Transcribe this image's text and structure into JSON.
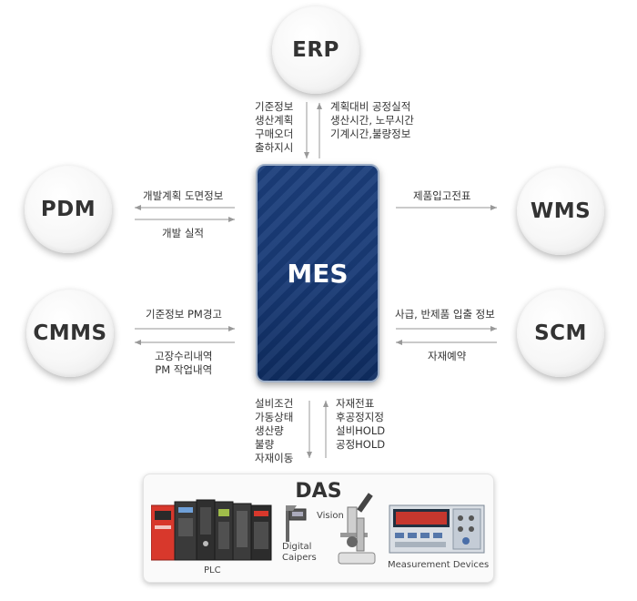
{
  "nodes": {
    "erp": "ERP",
    "pdm": "PDM",
    "wms": "WMS",
    "cmms": "CMMS",
    "scm": "SCM",
    "mes": "MES"
  },
  "flows": {
    "erp_to_mes": [
      "기준정보",
      "생산계획",
      "구매오더",
      "출하지시"
    ],
    "mes_to_erp": [
      "계획대비 공정실적",
      "생산시간, 노무시간",
      "기계시간,불량정보"
    ],
    "mes_to_pdm": "개발계획 도면정보",
    "pdm_to_mes": "개발 실적",
    "mes_to_wms": "제품입고전표",
    "mes_to_cmms": "기준정보 PM경고",
    "cmms_to_mes": [
      "고장수리내역",
      "PM 작업내역"
    ],
    "mes_to_scm": "사급, 반제품 입출 정보",
    "scm_to_mes": "자재예약",
    "das_to_mes": [
      "설비조건",
      "가동상태",
      "생산량",
      "불량",
      "자재이동"
    ],
    "mes_to_das": [
      "자재전표",
      "후공정지정",
      "설비HOLD",
      "공정HOLD"
    ]
  },
  "das": {
    "title": "DAS",
    "devices": {
      "plc": "PLC",
      "calipers": [
        "Digital",
        "Caipers"
      ],
      "vision": "Vision",
      "measurement": "Measurement Devices"
    }
  },
  "colors": {
    "mes_blue": "#183a76",
    "arrow_gray": "#999999",
    "plc_red": "#d8382c"
  }
}
